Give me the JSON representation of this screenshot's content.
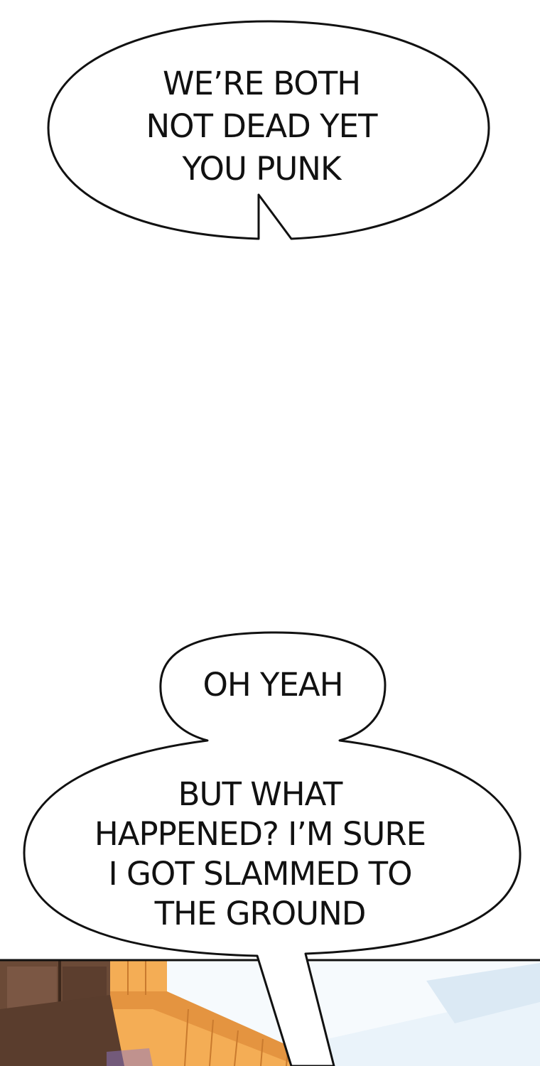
{
  "bubbles": {
    "top": {
      "lines": [
        "WE’RE BOTH",
        "NOT DEAD YET",
        "YOU PUNK"
      ]
    },
    "middle": {
      "lines": [
        "OH YEAH"
      ]
    },
    "bottom": {
      "lines": [
        "BUT WHAT",
        "HAPPENED? I’M SURE",
        "I GOT SLAMMED TO",
        "THE GROUND"
      ]
    }
  },
  "colors": {
    "background": "#ffffff",
    "outline": "#111111",
    "wall_brown": "#6e4b38",
    "tile_orange": "#f4ad55",
    "tile_shadow": "#d47e2a",
    "sky_light": "#e8f2fa"
  }
}
